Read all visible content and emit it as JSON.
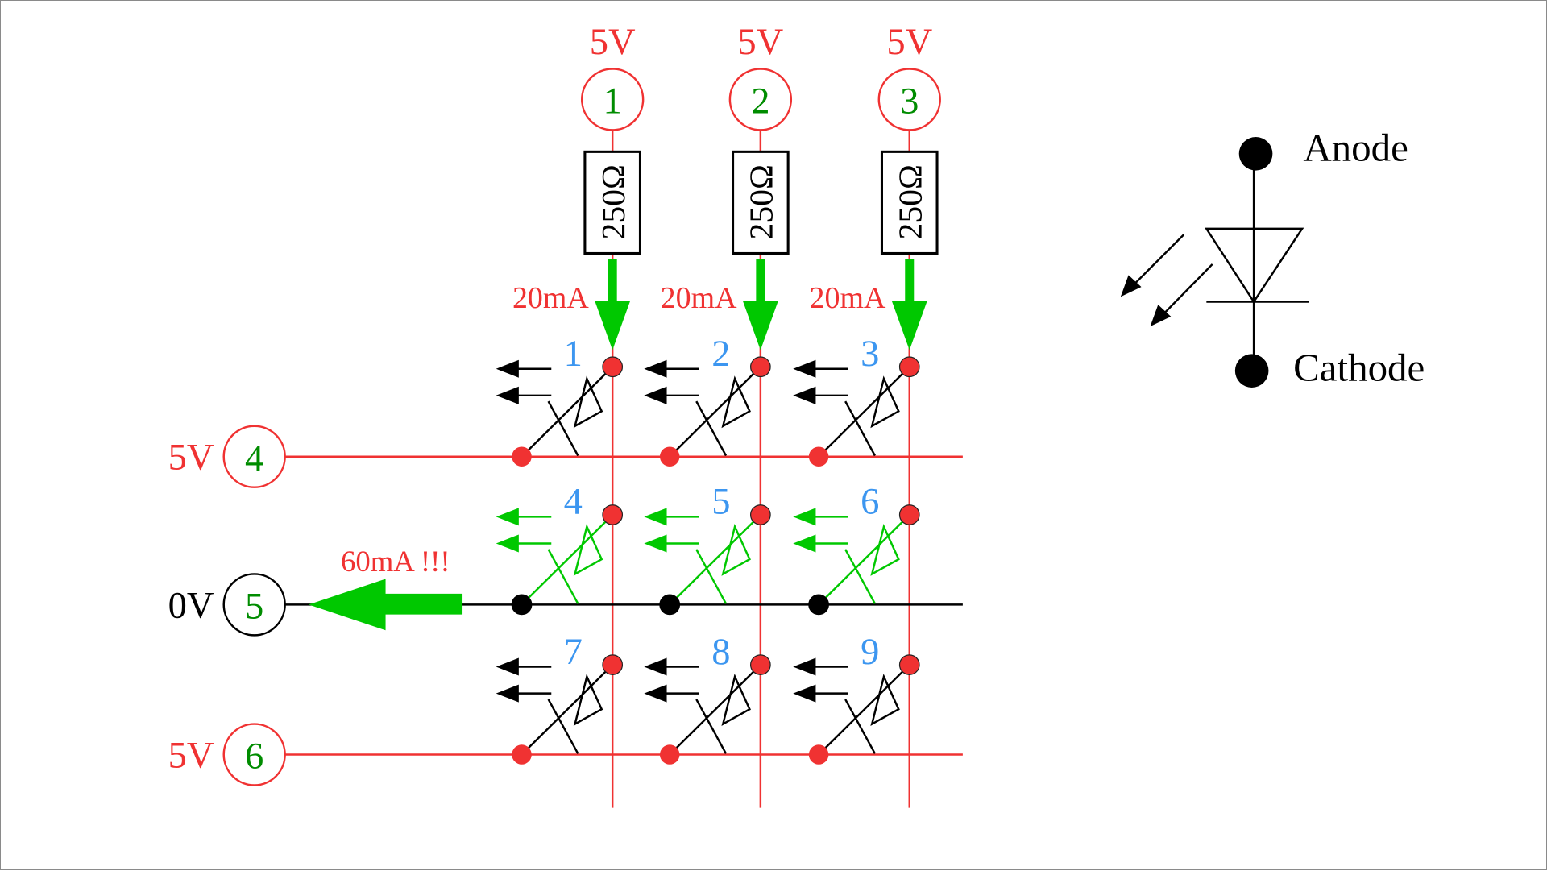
{
  "colors": {
    "supply_red": "#f03232",
    "ground_black": "#000000",
    "active_green": "#00c800",
    "pin_number_green": "#008c00",
    "led_number_blue": "#3c96f0",
    "node_red": "#f03232"
  },
  "columns": [
    {
      "pin": "1",
      "voltage": "5V",
      "resistor": "250Ω",
      "current": "20mA"
    },
    {
      "pin": "2",
      "voltage": "5V",
      "resistor": "250Ω",
      "current": "20mA"
    },
    {
      "pin": "3",
      "voltage": "5V",
      "resistor": "250Ω",
      "current": "20mA"
    }
  ],
  "rows": [
    {
      "pin": "4",
      "voltage": "5V",
      "state": "high"
    },
    {
      "pin": "5",
      "voltage": "0V",
      "state": "low"
    },
    {
      "pin": "6",
      "voltage": "5V",
      "state": "high"
    }
  ],
  "leds": [
    {
      "number": "1",
      "lit": false
    },
    {
      "number": "2",
      "lit": false
    },
    {
      "number": "3",
      "lit": false
    },
    {
      "number": "4",
      "lit": true
    },
    {
      "number": "5",
      "lit": true
    },
    {
      "number": "6",
      "lit": true
    },
    {
      "number": "7",
      "lit": false
    },
    {
      "number": "8",
      "lit": false
    },
    {
      "number": "9",
      "lit": false
    }
  ],
  "sink_current": "60mA !!!",
  "legend": {
    "anode_label": "Anode",
    "cathode_label": "Cathode"
  }
}
